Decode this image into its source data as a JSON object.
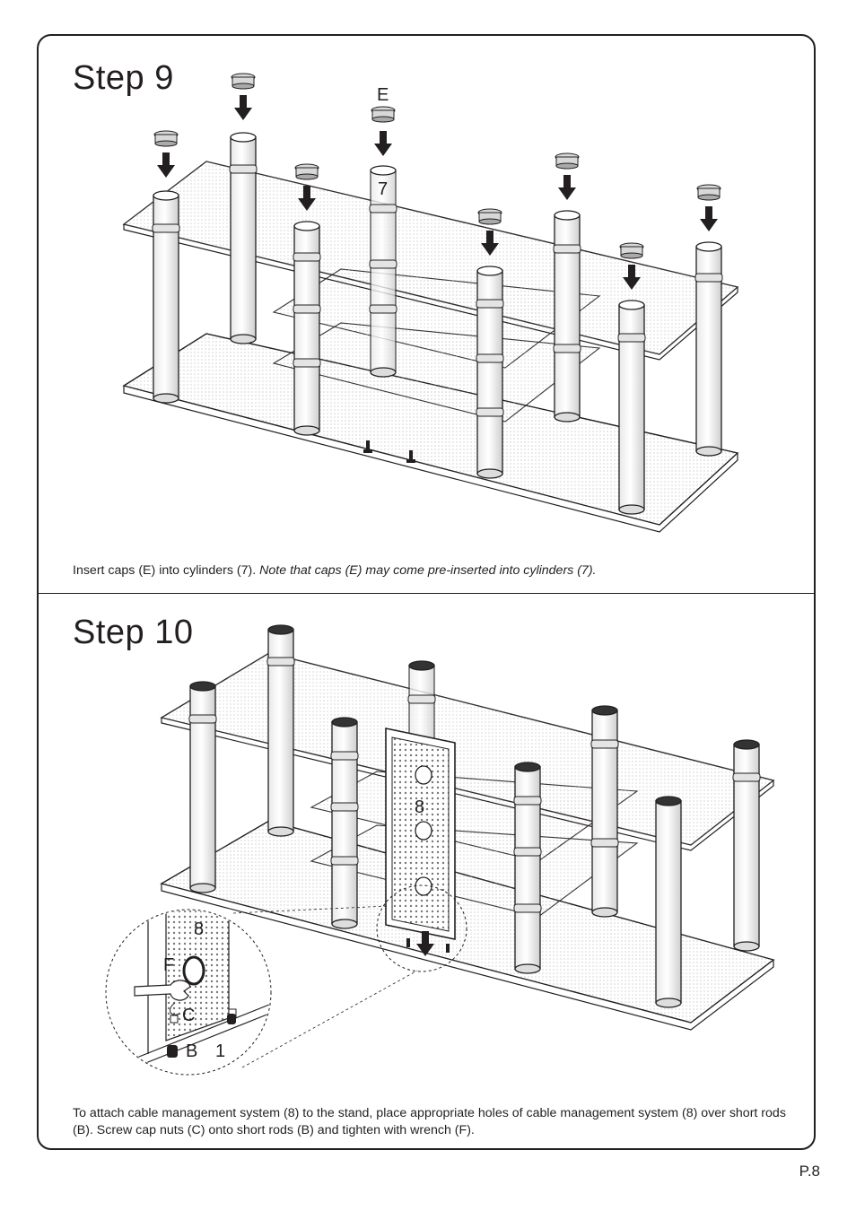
{
  "step9": {
    "title": "Step  9",
    "label_cap": "E",
    "label_cylinder": "7",
    "caption_normal": "Insert caps (E) into cylinders (7). ",
    "caption_italic": "Note that caps (E) may come pre-inserted into cylinders (7)."
  },
  "step10": {
    "title": "Step  10",
    "label_panel": "8",
    "label_detail_panel": "8",
    "label_wrench": "F",
    "label_nut": "C",
    "label_rod": "B",
    "label_base": "1",
    "caption": "To attach cable management system (8) to the stand, place appropriate holes of cable management system (8) over short rods (B). Screw cap nuts (C) onto short rods (B) and tighten with wrench (F)."
  },
  "page_number": "P.8"
}
